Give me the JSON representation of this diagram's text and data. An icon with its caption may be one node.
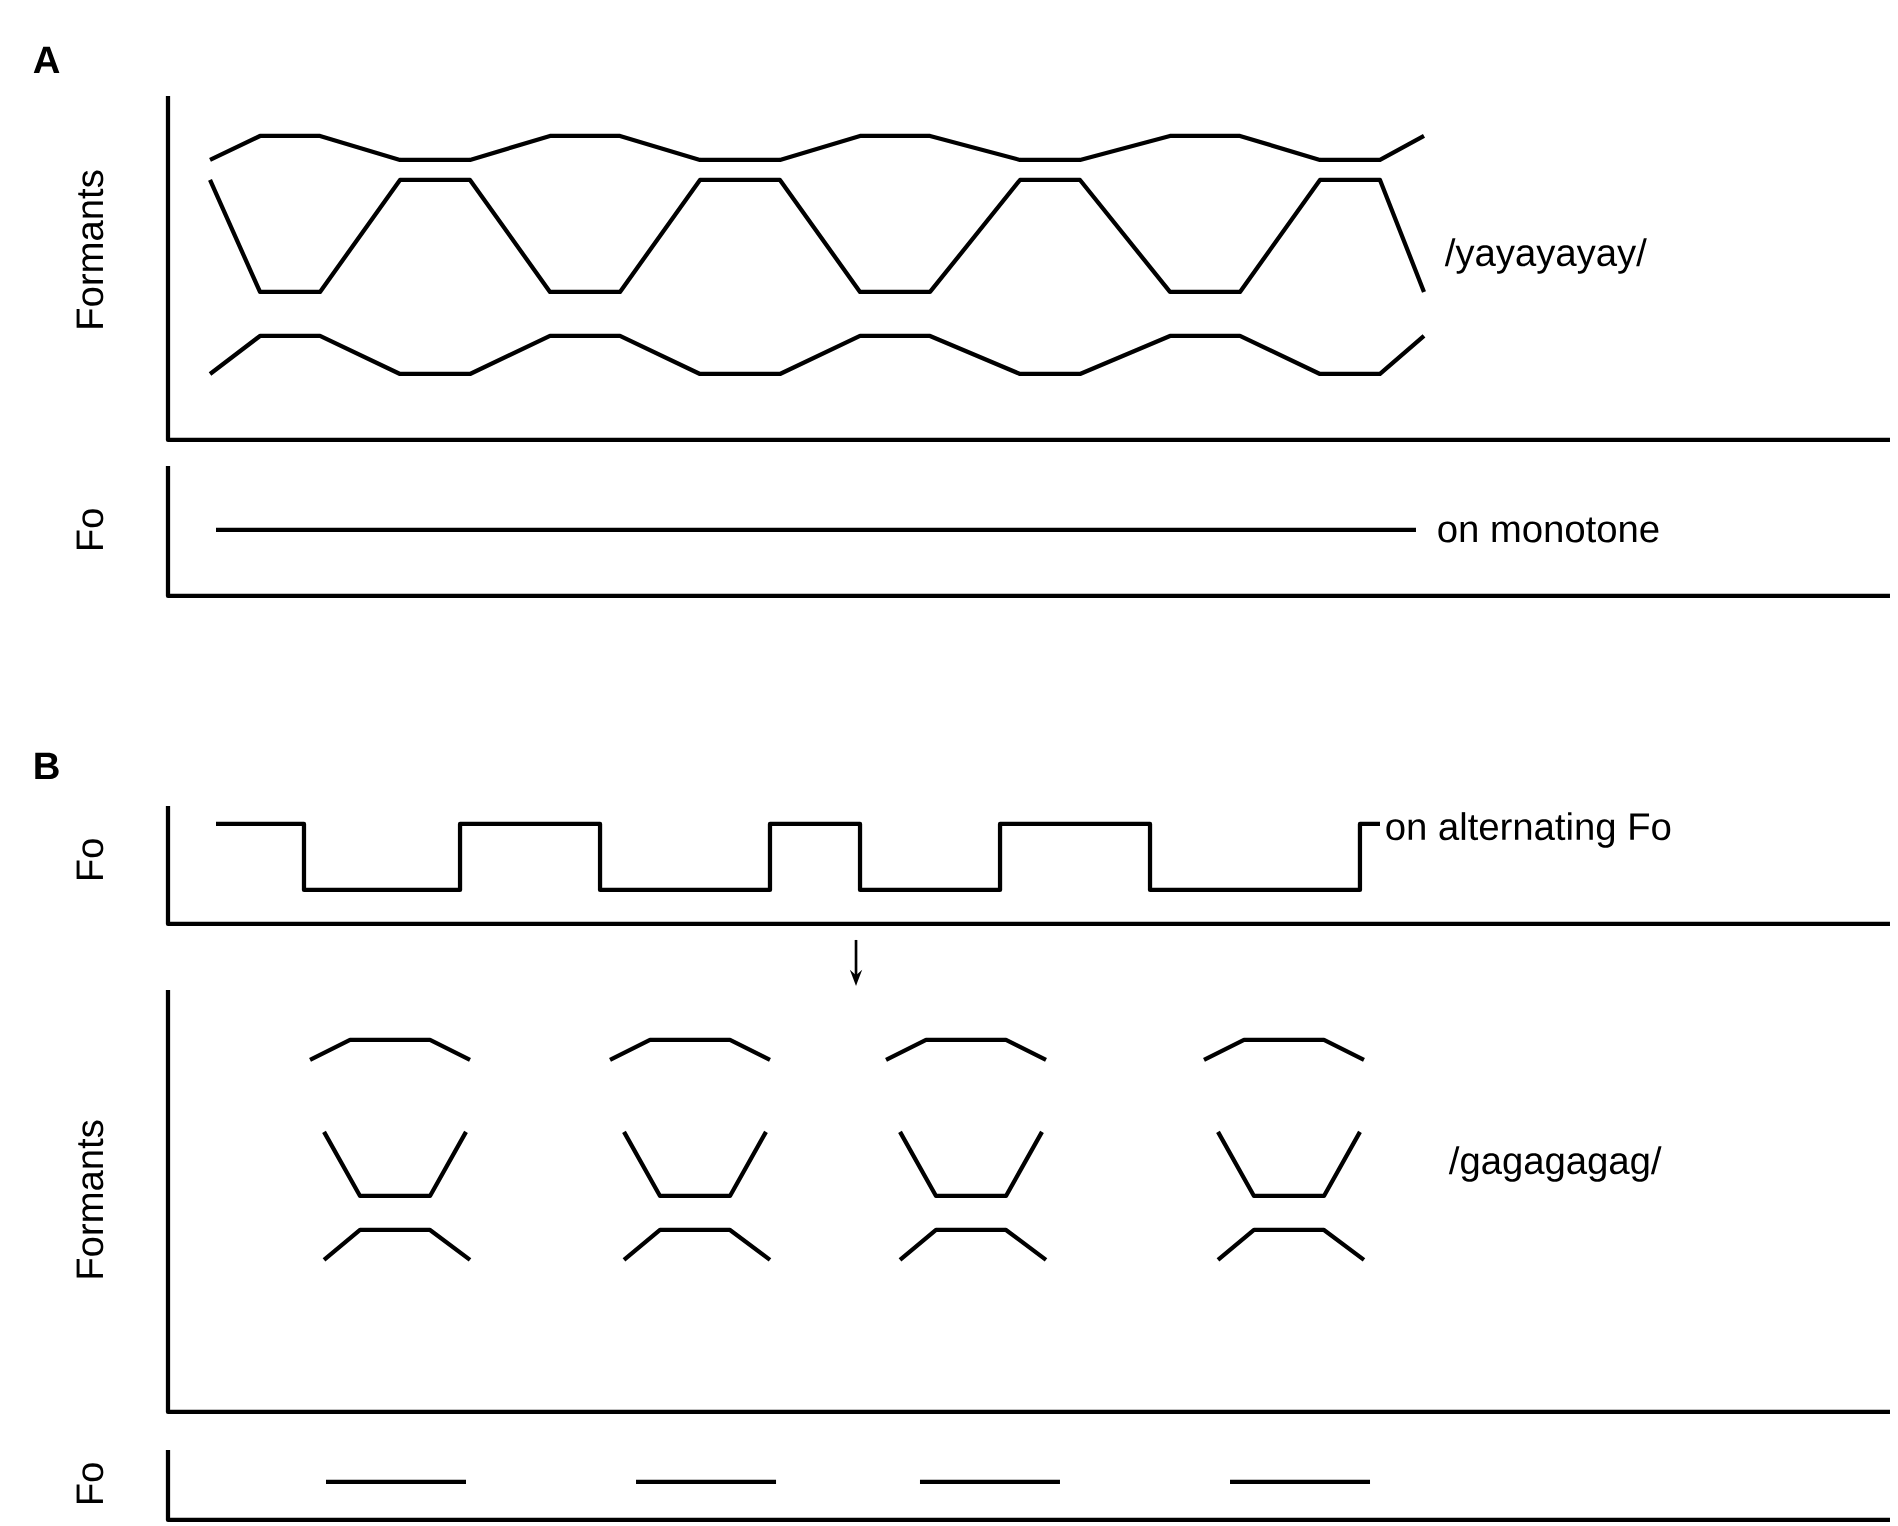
{
  "diagram": {
    "labels": [
      "A",
      "Formants",
      "/yayayayay/",
      "Fo",
      "on monotone",
      "B",
      "Fo",
      "on alternating Fo",
      "Formants",
      "/gagagagag/",
      "Fo"
    ]
  }
}
